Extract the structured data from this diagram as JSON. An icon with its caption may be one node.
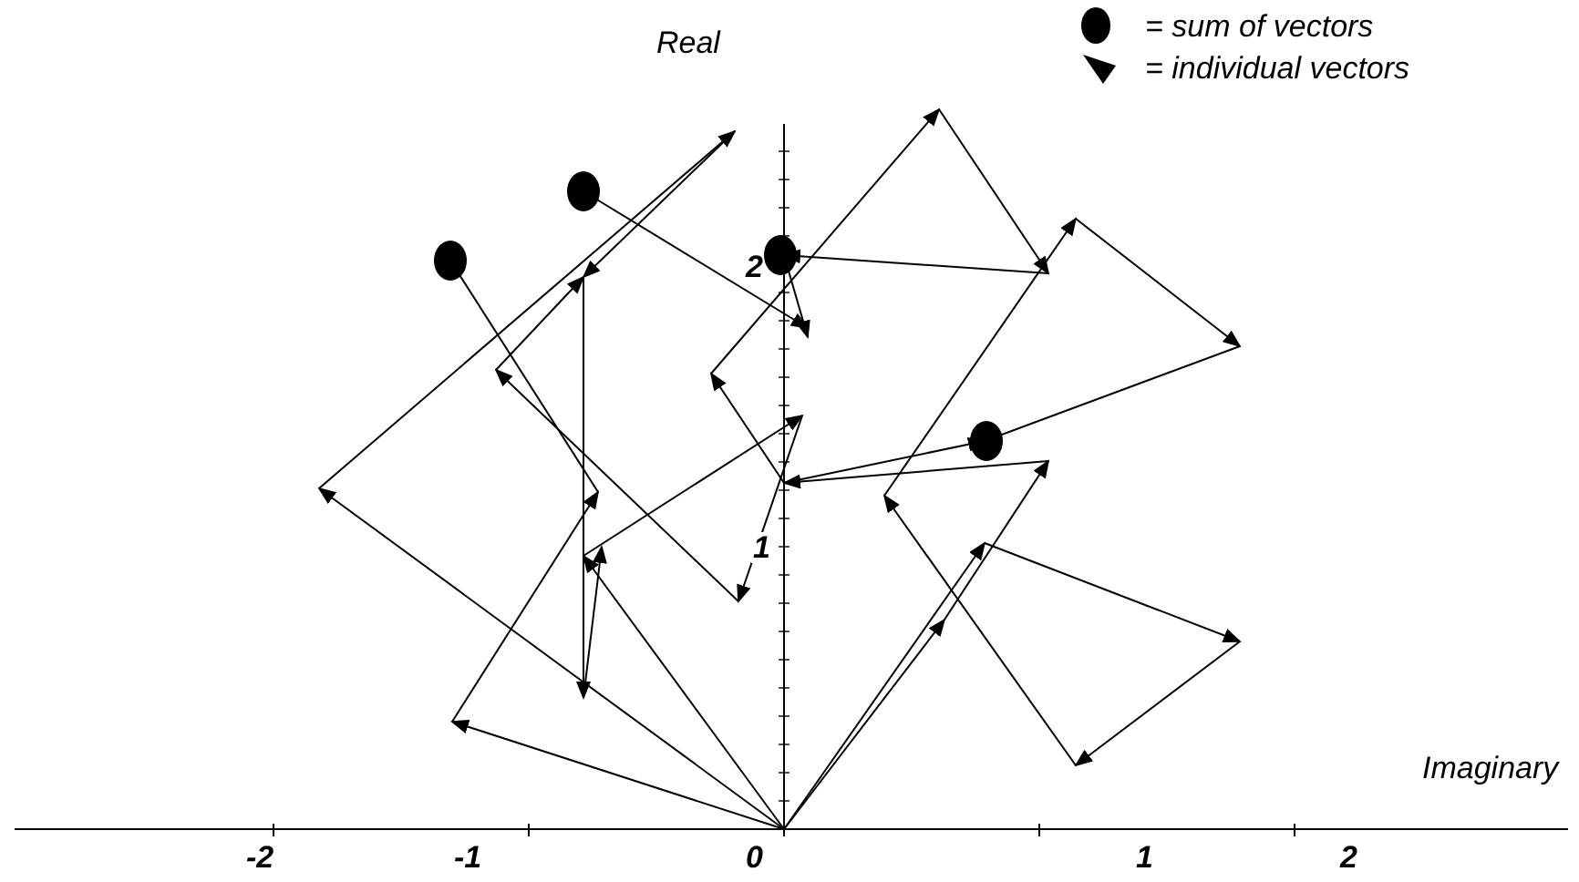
{
  "diagram": {
    "labels": [
      "Real",
      "2",
      "1",
      "Imaginary",
      "-2",
      "-1",
      "0",
      "1",
      "2"
    ],
    "legend": [
      {
        "text": "= sum of vectors"
      },
      {
        "text": "= individual vectors"
      }
    ]
  }
}
